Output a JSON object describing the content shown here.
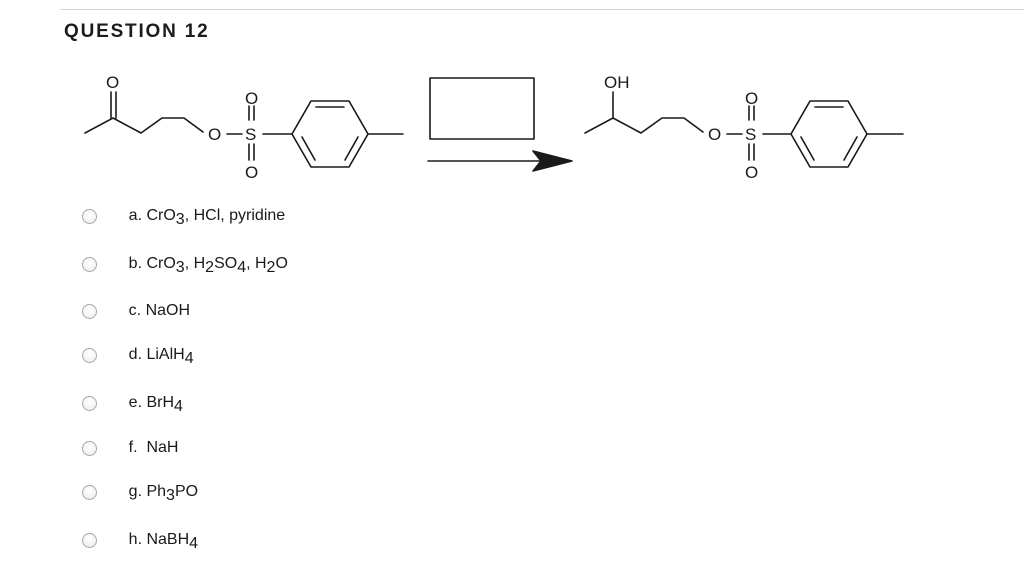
{
  "question": {
    "title": "QUESTION 12"
  },
  "scheme": {
    "reactant": {
      "carbonyl_o": "O",
      "ether_o": "O",
      "sulfur": "S",
      "sulfonyl_o_top": "O",
      "sulfonyl_o_bottom": "O"
    },
    "product": {
      "hydroxyl": "OH",
      "ether_o": "O",
      "sulfur": "S",
      "sulfonyl_o_top": "O",
      "sulfonyl_o_bottom": "O"
    }
  },
  "options": [
    {
      "letter": "a.",
      "parts": [
        "CrO",
        "3",
        ", HCl, pyridine"
      ]
    },
    {
      "letter": "b.",
      "parts": [
        "CrO",
        "3",
        ", H",
        "2",
        "SO",
        "4",
        ", H",
        "2",
        "O"
      ]
    },
    {
      "letter": "c.",
      "parts": [
        "NaOH"
      ]
    },
    {
      "letter": "d.",
      "parts": [
        "LiAlH",
        "4"
      ]
    },
    {
      "letter": "e.",
      "parts": [
        "BrH",
        "4"
      ]
    },
    {
      "letter": "f.",
      "parts": [
        "NaH"
      ]
    },
    {
      "letter": "g.",
      "parts": [
        "Ph",
        "3",
        "PO"
      ]
    },
    {
      "letter": "h.",
      "parts": [
        "NaBH",
        "4"
      ]
    }
  ]
}
